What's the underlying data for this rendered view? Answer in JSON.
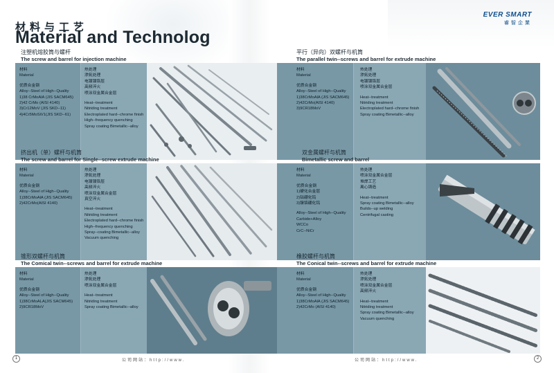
{
  "header": {
    "title_cn": "材料与工艺",
    "title_en": "Material and Technolog",
    "brand_en": "EVER SMART",
    "brand_cn": "睿智企業"
  },
  "sections": [
    {
      "cn": "注塑机熔胶筒与螺杆",
      "en": "The screw and barrel for injection machine",
      "material_label_cn": "材料",
      "material_label_en": "Material",
      "steel_cn": "优质合金钢",
      "materials": [
        "Alloy--Steel of High--Quality",
        "1)38 CrMoAlA (JIS SACM645)",
        "2)42 CrMo (AISI 4140)",
        "3)Cr12MoV (JIS SKD--11)",
        "4)4Cr5MoSiV1(JIS SKD--61)"
      ],
      "process_cn": [
        "热处理",
        "渗氮处理",
        "电镀镀铬层",
        "高频淬火",
        "喷涂双金属合金层"
      ],
      "process_en": [
        "Heat--treatment",
        "Nitriding treatment",
        "Electroplated hard--chrome finish",
        "High--frequency quenching",
        "Spray coating Bimetallic--alloy"
      ]
    },
    {
      "cn": "平行（异向）双螺杆与机筒",
      "en": "The parallel twin--screws and barrel for extrude machine",
      "material_label_cn": "材料",
      "material_label_en": "Material",
      "steel_cn": "优质合金钢",
      "materials": [
        "Alloy--Steel of High--Quality",
        "1)38CrMoAlA (JIS SACM645)",
        "2)42CrMo(AISI 4140)",
        "3)9CR18MoV"
      ],
      "process_cn": [
        "热处理",
        "渗氮处理",
        "电镀镀铬层",
        "喷涂双金属合金层"
      ],
      "process_en": [
        "Heat--treatment",
        "Nitriding treatment",
        "Electroplated hard--chrome finish",
        "Spray coating Bimetallic--alloy"
      ]
    },
    {
      "cn": "挤出机（单）螺杆与机筒",
      "en": "The screw and barrel for Single--screw extrude machine",
      "material_label_cn": "材料",
      "material_label_en": "Material",
      "steel_cn": "优质合金钢",
      "materials": [
        "Alloy--Steel of High--Quality",
        "1)38CrMoAlA (JIS SACM645)",
        "2)42CrMo(AISI 4140)"
      ],
      "process_cn": [
        "热处理",
        "渗氮处理",
        "电镀镀铬层",
        "高频淬火",
        "喷涂双金属合金层",
        "真空淬火"
      ],
      "process_en": [
        "Heat--treatment",
        "Nitriding treatment",
        "Electroplated hard--chrome finish",
        "High--frequency quenching",
        "Spray--coating Bimetallic--alloy",
        "Vacuum quenching"
      ]
    },
    {
      "cn": "双金属螺杆与机筒",
      "en": "Bimetallic screw and barrel",
      "material_label_cn": "材料",
      "material_label_en": "Material",
      "steel_cn": "优质合金钢",
      "materials_cn": [
        "1)硬化合金层",
        "2)钴硼化钨",
        "3)镍铬硼化钨"
      ],
      "materials": [
        "Alloy--Steel of High--Quality",
        "Carbide+Alloy",
        "WCCo",
        "CrC--NiCr"
      ],
      "process_cn": [
        "热处理",
        "喷涂双金属合金层",
        "堆焊工艺",
        "离心铸造"
      ],
      "process_en": [
        "Heat--treatment",
        "Spray coating Bimetallic--alloy",
        "Builds--up welding",
        "Centrifugal casting"
      ]
    },
    {
      "cn": "锥形双螺杆与机筒",
      "en": "The Comical twin--screws and barrel for extrude machine",
      "material_label_cn": "材料",
      "material_label_en": "Material",
      "steel_cn": "优质合金钢",
      "materials": [
        "Alloy--Steel of High--Quality",
        "1)38CrMoALA(JIS SACM645)",
        "2)9CR18MoV"
      ],
      "process_cn": [
        "热处理",
        "渗氮处理",
        "喷涂双金属合金层"
      ],
      "process_en": [
        "Heat--treatment",
        "Nitriding treatment",
        "Spray coating Bimetallic--alloy"
      ]
    },
    {
      "cn": "橡胶螺杆与机筒",
      "en": "The Conical twin--screws and barrel for extrude machine",
      "material_label_cn": "材料",
      "material_label_en": "Material",
      "steel_cn": "优质合金钢",
      "materials": [
        "Alloy--Steel of High--Quality",
        "1)38CrMoAlA (JIS SACM645)",
        "2)42CrMo (AISI 4140)"
      ],
      "process_cn": [
        "热处理",
        "渗氮处理",
        "喷涂双金属合金层",
        "高频淬火"
      ],
      "process_en": [
        "Heat--treatment",
        "Nitriding treatment",
        "Spray coating Bimetallic--alloy",
        "Vacuum quenching"
      ]
    }
  ],
  "footer": {
    "website_label": "公司网站：http://www.",
    "page_left": "1",
    "page_right": "2"
  }
}
